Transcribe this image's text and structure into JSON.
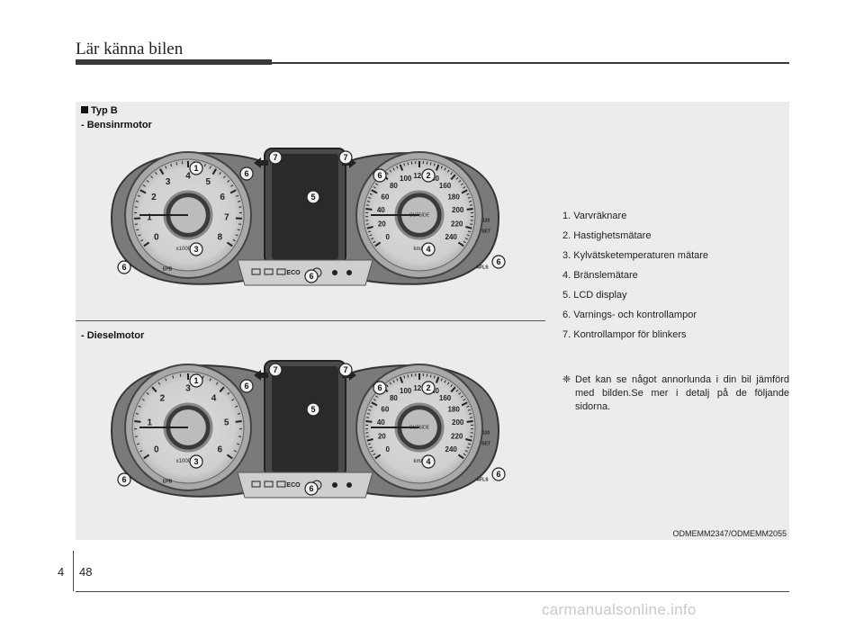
{
  "header": {
    "title": "Lär känna bilen"
  },
  "section_b": {
    "label": "Typ B"
  },
  "petrol": {
    "label": "- Bensinrmotor"
  },
  "diesel": {
    "label": "- Dieselmotor"
  },
  "clusters": [
    {
      "id": "petrol",
      "tach_numbers": [
        "0",
        "1",
        "2",
        "3",
        "4",
        "5",
        "6",
        "7",
        "8"
      ],
      "tach_unit": "x1000rpm",
      "speed_numbers": [
        "0",
        "20",
        "40",
        "60",
        "80",
        "100",
        "120",
        "140",
        "160",
        "180",
        "200",
        "220",
        "240"
      ],
      "speed_unit": "km/h",
      "callouts": [
        "1",
        "6",
        "3",
        "6",
        "7",
        "7",
        "5",
        "6",
        "6",
        "2",
        "4",
        "6"
      ]
    },
    {
      "id": "diesel",
      "tach_numbers": [
        "0",
        "1",
        "2",
        "3",
        "4",
        "5",
        "6"
      ],
      "tach_unit": "x1000rpm",
      "speed_numbers": [
        "0",
        "20",
        "40",
        "60",
        "80",
        "100",
        "120",
        "140",
        "160",
        "180",
        "200",
        "220",
        "240"
      ],
      "speed_unit": "km/h",
      "callouts": [
        "1",
        "6",
        "3",
        "6",
        "7",
        "7",
        "5",
        "6",
        "6",
        "2",
        "4",
        "6"
      ]
    }
  ],
  "dash_labels": {
    "epb": "EPB",
    "eco": "ECO",
    "set": "SET",
    "afls": "AFLS",
    "outside": "OUTSIDE",
    "kmh120": "120"
  },
  "legend": [
    "1. Varvräknare",
    "2. Hastighetsmätare",
    "3. Kylvätsketemperaturen mätare",
    "4. Bränslemätare",
    "5. LCD display",
    "6. Varnings- och kontrollampor",
    "7. Kontrollampor för blinkers"
  ],
  "note": {
    "symbol": "❈",
    "text": "Det kan se något annorlunda i din bil jämförd med bilden.Se mer i detalj på de följande sidorna."
  },
  "code": "ODMEMM2347/ODMEMM2055",
  "footer": {
    "chapter": "4",
    "page": "48"
  },
  "watermark": "carmanualsonline.info"
}
